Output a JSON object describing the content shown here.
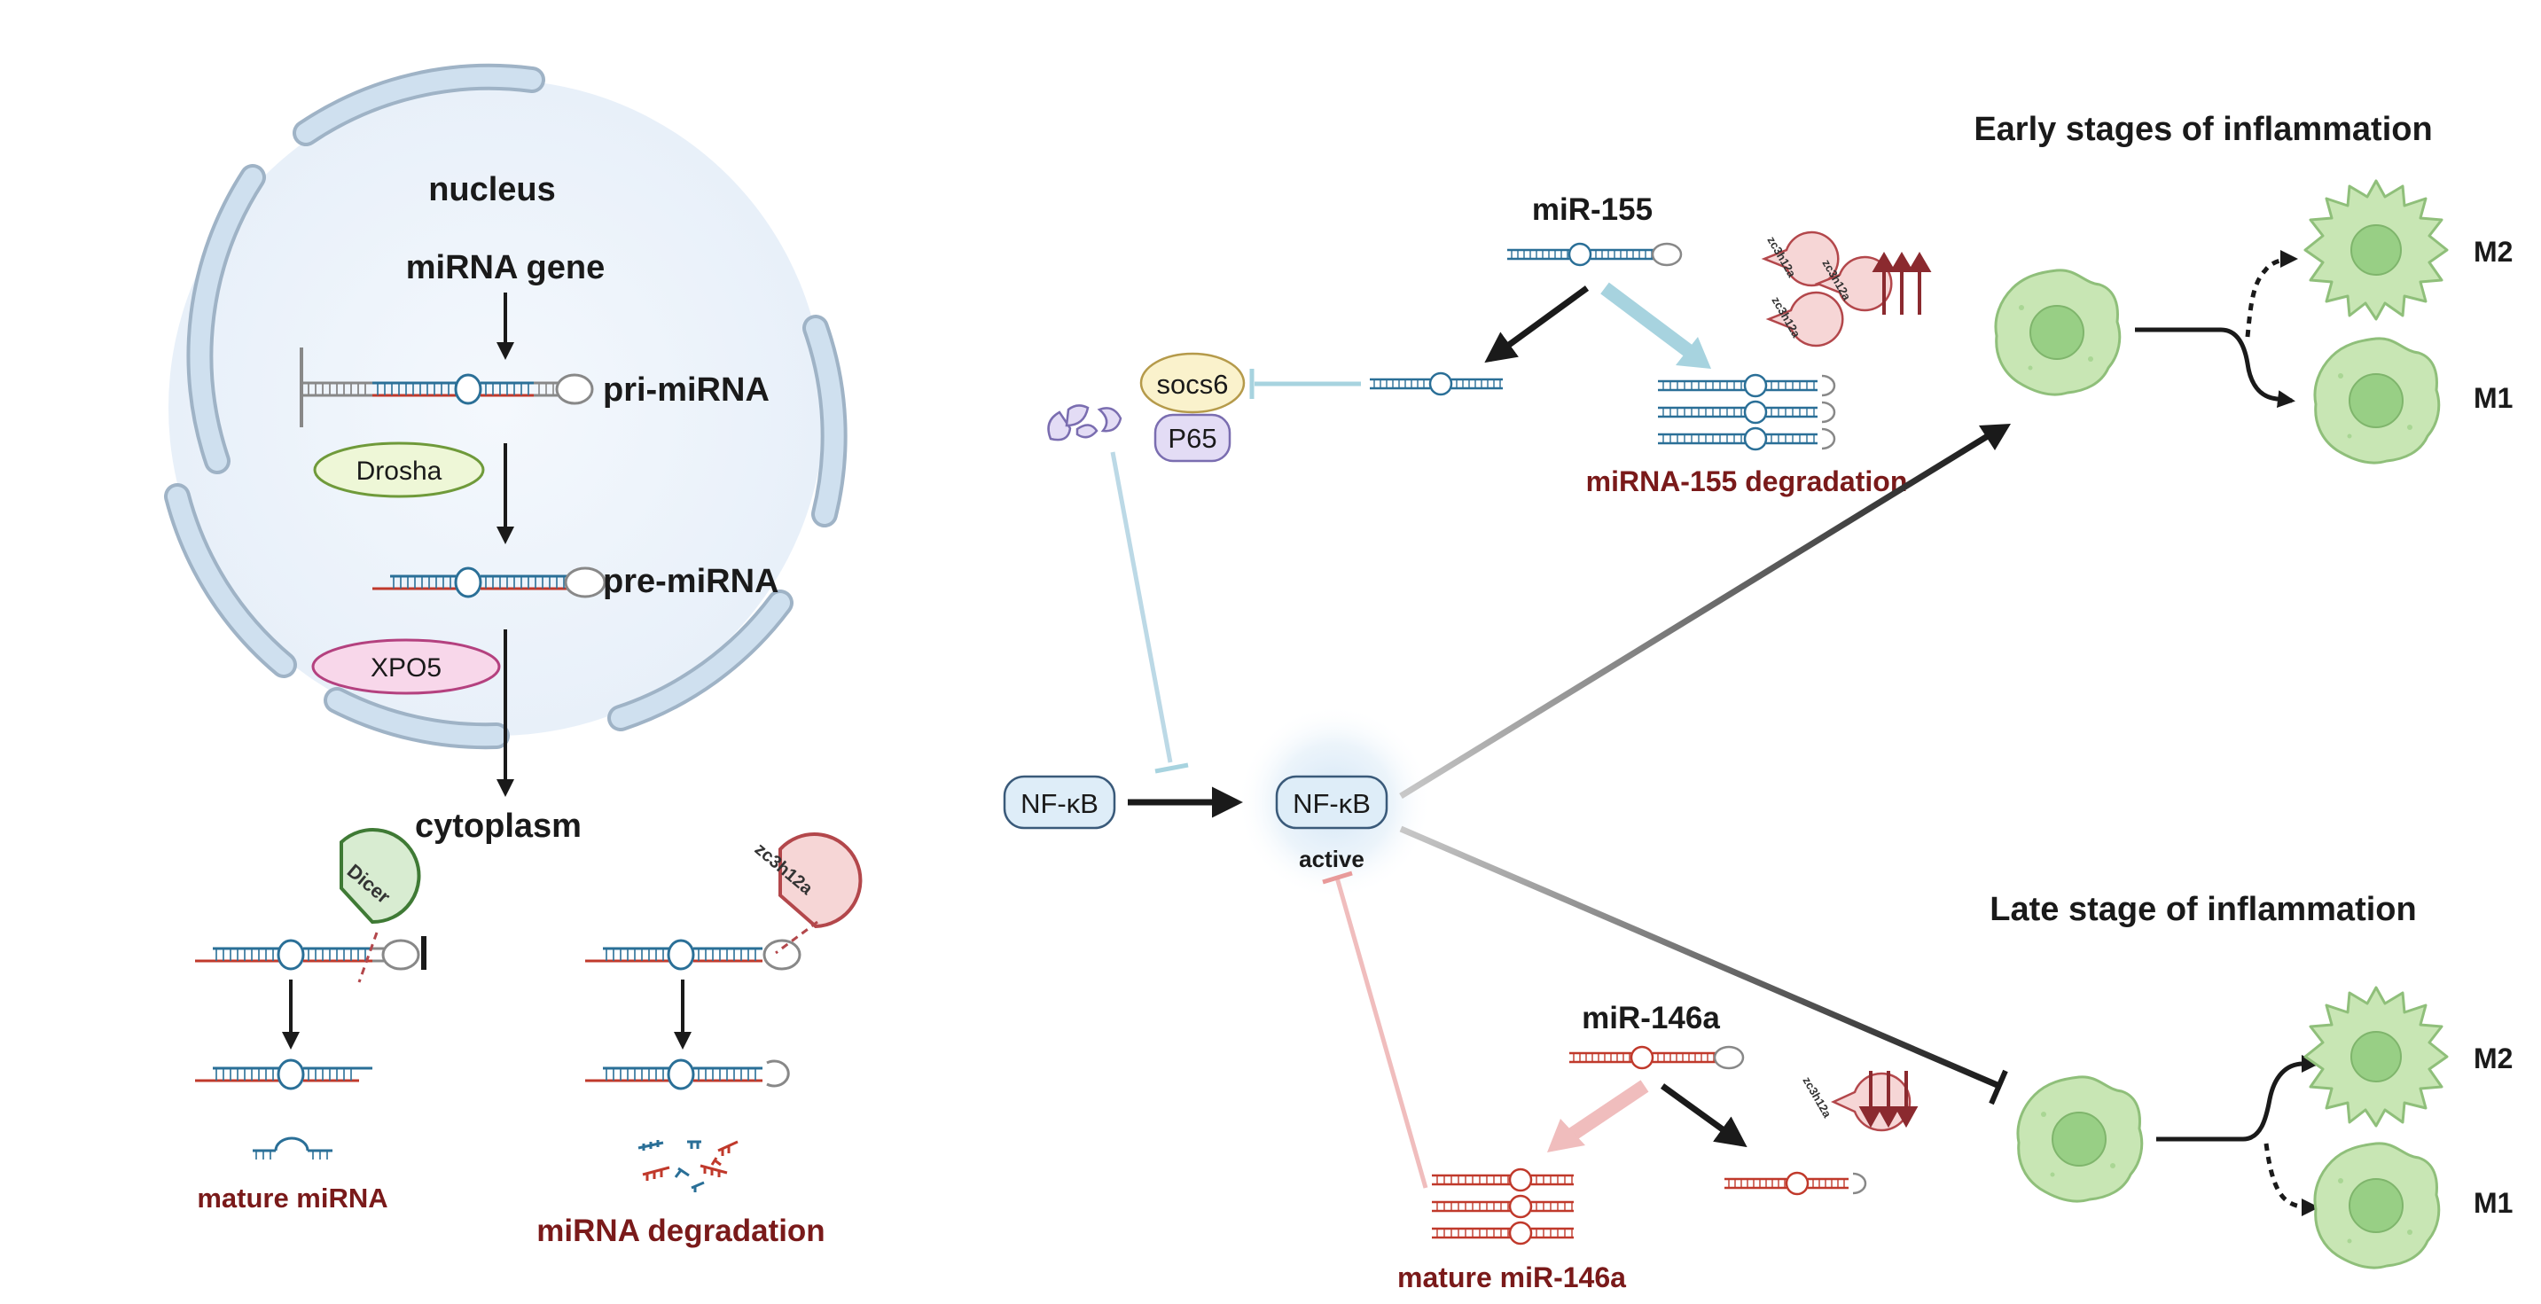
{
  "labels": {
    "nucleus": "nucleus",
    "mirna_gene": "miRNA gene",
    "pri_mirna": "pri-miRNA",
    "drosha": "Drosha",
    "pre_mirna": "pre-miRNA",
    "xpo5": "XPO5",
    "cytoplasm": "cytoplasm",
    "dicer": "Dicer",
    "zc3h12a": "zc3h12a",
    "mature_mirna": "mature miRNA",
    "mirna_degradation": "miRNA degradation",
    "mir155": "miR-155",
    "socs6": "socs6",
    "p65": "P65",
    "mirna155_degradation": "miRNA-155 degradation",
    "nfkb": "NF-κB",
    "nfkb_active": "NF-κB",
    "active": "active",
    "mir146a": "miR-146a",
    "mature_mir146a": "mature  miR-146a",
    "early_stage": "Early stages of inflammation",
    "late_stage": "Late stage of inflammation",
    "m2_top": "M2",
    "m1_top": "M1",
    "m2_bottom": "M2",
    "m1_bottom": "M1"
  },
  "colors": {
    "blue_strand": "#2a6f97",
    "red_strand": "#c0392b",
    "membrane": "#c9dcec",
    "membrane_stroke": "#9fb3c6",
    "nucleus_fill": "#eef4fb",
    "macrophage": "#c8e6b4",
    "macrophage_stroke": "#8fbf7a",
    "zc_fill": "#f6d6d6",
    "zc_stroke": "#b3474b"
  }
}
